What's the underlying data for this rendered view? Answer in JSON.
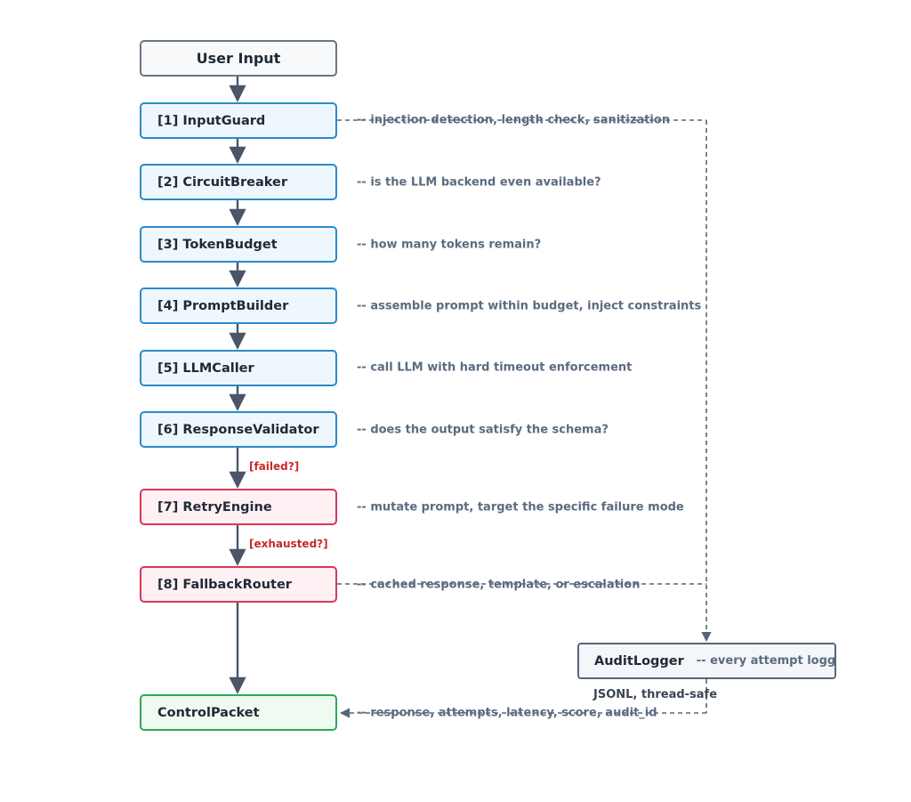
{
  "user_input": "User Input",
  "stages": [
    {
      "label": "[1] InputGuard",
      "note": "-- injection detection, length check, sanitization",
      "style": "normal"
    },
    {
      "label": "[2] CircuitBreaker",
      "note": "-- is the LLM backend even available?",
      "style": "normal"
    },
    {
      "label": "[3] TokenBudget",
      "note": "-- how many tokens remain?",
      "style": "normal"
    },
    {
      "label": "[4] PromptBuilder",
      "note": "-- assemble prompt within budget, inject constraints",
      "style": "normal"
    },
    {
      "label": "[5] LLMCaller",
      "note": "-- call LLM with hard timeout enforcement",
      "style": "normal"
    },
    {
      "label": "[6] ResponseValidator",
      "note": "-- does the output satisfy the schema?",
      "style": "normal"
    },
    {
      "label": "[7] RetryEngine",
      "note": "-- mutate prompt, target the specific failure mode",
      "style": "danger"
    },
    {
      "label": "[8] FallbackRouter",
      "note": "-- cached response, template, or escalation",
      "style": "danger"
    }
  ],
  "conditions": [
    "[failed?]",
    "[exhausted?]"
  ],
  "output": {
    "label": "ControlPacket",
    "note": "-- response, attempts, latency, score, audit_id"
  },
  "audit": {
    "label": "AuditLogger",
    "note": "-- every attempt logged to",
    "note2": "JSONL, thread-safe"
  },
  "colors": {
    "connector": "#4a5567",
    "stage_border": "#2b8ac9",
    "danger_border": "#d8385a",
    "success_border": "#2daa55",
    "condition_text": "#c72a2a",
    "note_text": "#5b6b80",
    "dashed": "#56657a"
  }
}
